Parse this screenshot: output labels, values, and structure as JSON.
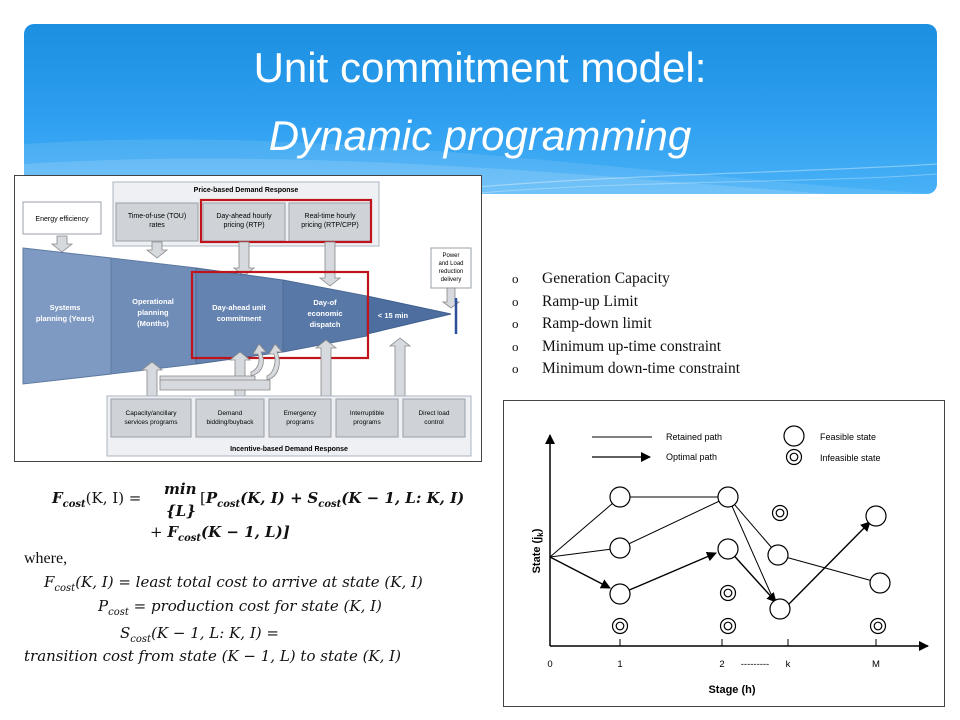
{
  "slide": {
    "title_line1": "Unit commitment model:",
    "title_line2": "Dynamic programming"
  },
  "dr_diagram": {
    "price_header": "Price-based Demand Response",
    "incentive_header": "Incentive-based Demand Response",
    "energy_efficiency": "Energy efficiency",
    "tou": [
      "Time-of-use (TOU)",
      "rates"
    ],
    "rtp_dayahead": [
      "Day-ahead hourly",
      "pricing (RTP)"
    ],
    "rtp_realtime": [
      "Real-time hourly",
      "pricing (RTP/CPP)"
    ],
    "power_load": [
      "Power",
      "and Load",
      "reduction",
      "delivery"
    ],
    "stage_systems": [
      "Systems",
      "planning (Years)"
    ],
    "stage_operational": [
      "Operational",
      "planning",
      "(Months)"
    ],
    "stage_dayahead": [
      "Day-ahead unit",
      "commitment"
    ],
    "stage_dayof": [
      "Day-of",
      "economic",
      "dispatch"
    ],
    "stage_15min": "< 15 min",
    "programs": [
      [
        "Capacity/ancillary",
        "services programs"
      ],
      [
        "Demand",
        "bidding/buyback"
      ],
      [
        "Emergency",
        "programs"
      ],
      [
        "Interruptible",
        "programs"
      ],
      [
        "Direct load",
        "control"
      ]
    ]
  },
  "constraints": [
    "Generation Capacity",
    "Ramp-up Limit",
    "Ramp-down limit",
    "Minimum up-time constraint",
    "Minimum down-time constraint"
  ],
  "bullet_marker": "o",
  "equations": {
    "lhs_F": "F",
    "lhs_sub": "cost",
    "lhs_args": "(K, I) =",
    "min_word": "min",
    "min_sub": "{L}",
    "bracket_open": "[",
    "P": "P",
    "P_args": "(K, I) +",
    "S": "S",
    "S_args": "(K − 1, L: K, I)",
    "plus": "+",
    "F2_args": "(K − 1, L)]",
    "sub": "cost",
    "where": "where,",
    "def_F_args": "(K, I) = least total cost to arrive at state (K, I)",
    "def_P_args": "= production cost for state (K, I)",
    "def_S_args": "(K − 1, L: K, I) =",
    "def_S_text": "transition cost from state (K − 1, L) to state (K, I)"
  },
  "dp_chart": {
    "legend_retained": "Retained path",
    "legend_optimal": "Optimal path",
    "legend_feasible": "Feasible state",
    "legend_infeasible": "Infeasible state",
    "ylabel": "State (j",
    "ylabel_sub": "k",
    "ylabel_end": ")",
    "xlabel": "Stage (h)",
    "ticks": [
      "0",
      "1",
      "2",
      "---------",
      "k",
      "M"
    ]
  }
}
